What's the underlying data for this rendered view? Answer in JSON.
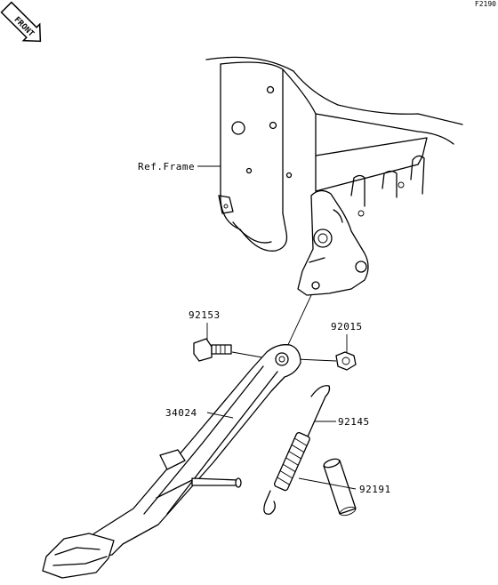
{
  "diagram": {
    "code": "F2190",
    "front_marker": "FRONT",
    "callouts": [
      {
        "id": "frame",
        "label": "Ref.Frame"
      },
      {
        "id": "p92153",
        "label": "92153"
      },
      {
        "id": "p92015",
        "label": "92015"
      },
      {
        "id": "p34024",
        "label": "34024"
      },
      {
        "id": "p92145",
        "label": "92145"
      },
      {
        "id": "p92191",
        "label": "92191"
      }
    ]
  }
}
